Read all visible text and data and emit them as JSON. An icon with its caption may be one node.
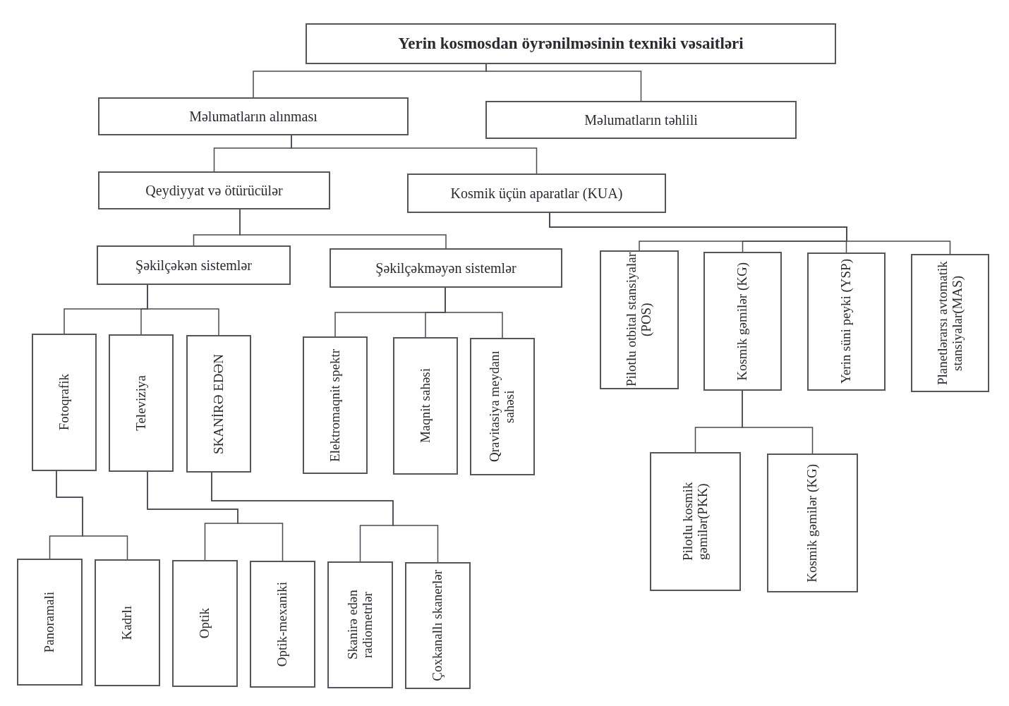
{
  "diagram": {
    "nodes": [
      {
        "text": [
          "Yerin kosmosdan öyrənilməsinin texniki vəsaitləri"
        ]
      },
      {
        "text": [
          "Məlumatların alınması"
        ]
      },
      {
        "text": [
          "Məlumatların təhlili"
        ]
      },
      {
        "text": [
          "Qeydiyyat və ötürücülər"
        ]
      },
      {
        "text": [
          "Kosmik üçün aparatlar (KUA)"
        ]
      },
      {
        "text": [
          "Şəkilçəkən sistemlər"
        ]
      },
      {
        "text": [
          "Şəkilçəkməyən sistemlər"
        ]
      },
      {
        "text": [
          "Fotoqrafik"
        ]
      },
      {
        "text": [
          "Televiziya"
        ]
      },
      {
        "text": [
          "SKANİRƏ EDƏN"
        ]
      },
      {
        "text": [
          "Elektromaqnit spektr"
        ]
      },
      {
        "text": [
          "Maqnit sahəsi"
        ]
      },
      {
        "text": [
          "Qravitasiya meydanı sahəsi"
        ]
      },
      {
        "text": [
          "Pilotlu otbital stansiyalar (POS)"
        ]
      },
      {
        "text": [
          "Kosmik gəmilər (KG)"
        ]
      },
      {
        "text": [
          "Yerin süni peyki (YSP)"
        ]
      },
      {
        "text": [
          "Planetlərarsı avtomatik stansiyalar(MAS)"
        ]
      },
      {
        "text": [
          "Panoramali"
        ]
      },
      {
        "text": [
          "Kadrlı"
        ]
      },
      {
        "text": [
          "Optik"
        ]
      },
      {
        "text": [
          "Optik-mexaniki"
        ]
      },
      {
        "text": [
          "Skanirə edən radiometrlər"
        ]
      },
      {
        "text": [
          "Çoxkanallı skanerlər"
        ]
      },
      {
        "text": [
          "Pilotlu kosmik gəmilər(PKK)"
        ]
      },
      {
        "text": [
          "Kosmik gəmilər (KG)"
        ]
      }
    ],
    "edges": [
      {
        "from": 0,
        "to": 1,
        "arrow": "none"
      },
      {
        "from": 0,
        "to": 2,
        "arrow": "none"
      },
      {
        "from": 1,
        "to": 3,
        "arrow": "none"
      },
      {
        "from": 1,
        "to": 4,
        "arrow": "none"
      },
      {
        "from": 3,
        "to": 5,
        "arrow": "none"
      },
      {
        "from": 3,
        "to": 6,
        "arrow": "none"
      },
      {
        "from": 4,
        "to": 13,
        "arrow": "none"
      },
      {
        "from": 4,
        "to": 14,
        "arrow": "none"
      },
      {
        "from": 4,
        "to": 15,
        "arrow": "none"
      },
      {
        "from": 4,
        "to": 16,
        "arrow": "none"
      },
      {
        "from": 5,
        "to": 7,
        "arrow": "none"
      },
      {
        "from": 5,
        "to": 8,
        "arrow": "none"
      },
      {
        "from": 5,
        "to": 9,
        "arrow": "none"
      },
      {
        "from": 6,
        "to": 10,
        "arrow": "none"
      },
      {
        "from": 6,
        "to": 11,
        "arrow": "none"
      },
      {
        "from": 6,
        "to": 12,
        "arrow": "none"
      },
      {
        "from": 14,
        "to": 23,
        "arrow": "none"
      },
      {
        "from": 14,
        "to": 24,
        "arrow": "none"
      },
      {
        "from": 7,
        "to": 17,
        "arrow": "none"
      },
      {
        "from": 7,
        "to": 18,
        "arrow": "none"
      },
      {
        "from": 8,
        "to": 19,
        "arrow": "none"
      },
      {
        "from": 8,
        "to": 20,
        "arrow": "none"
      },
      {
        "from": 9,
        "to": 21,
        "arrow": "none"
      },
      {
        "from": 9,
        "to": 22,
        "arrow": "none"
      }
    ]
  }
}
